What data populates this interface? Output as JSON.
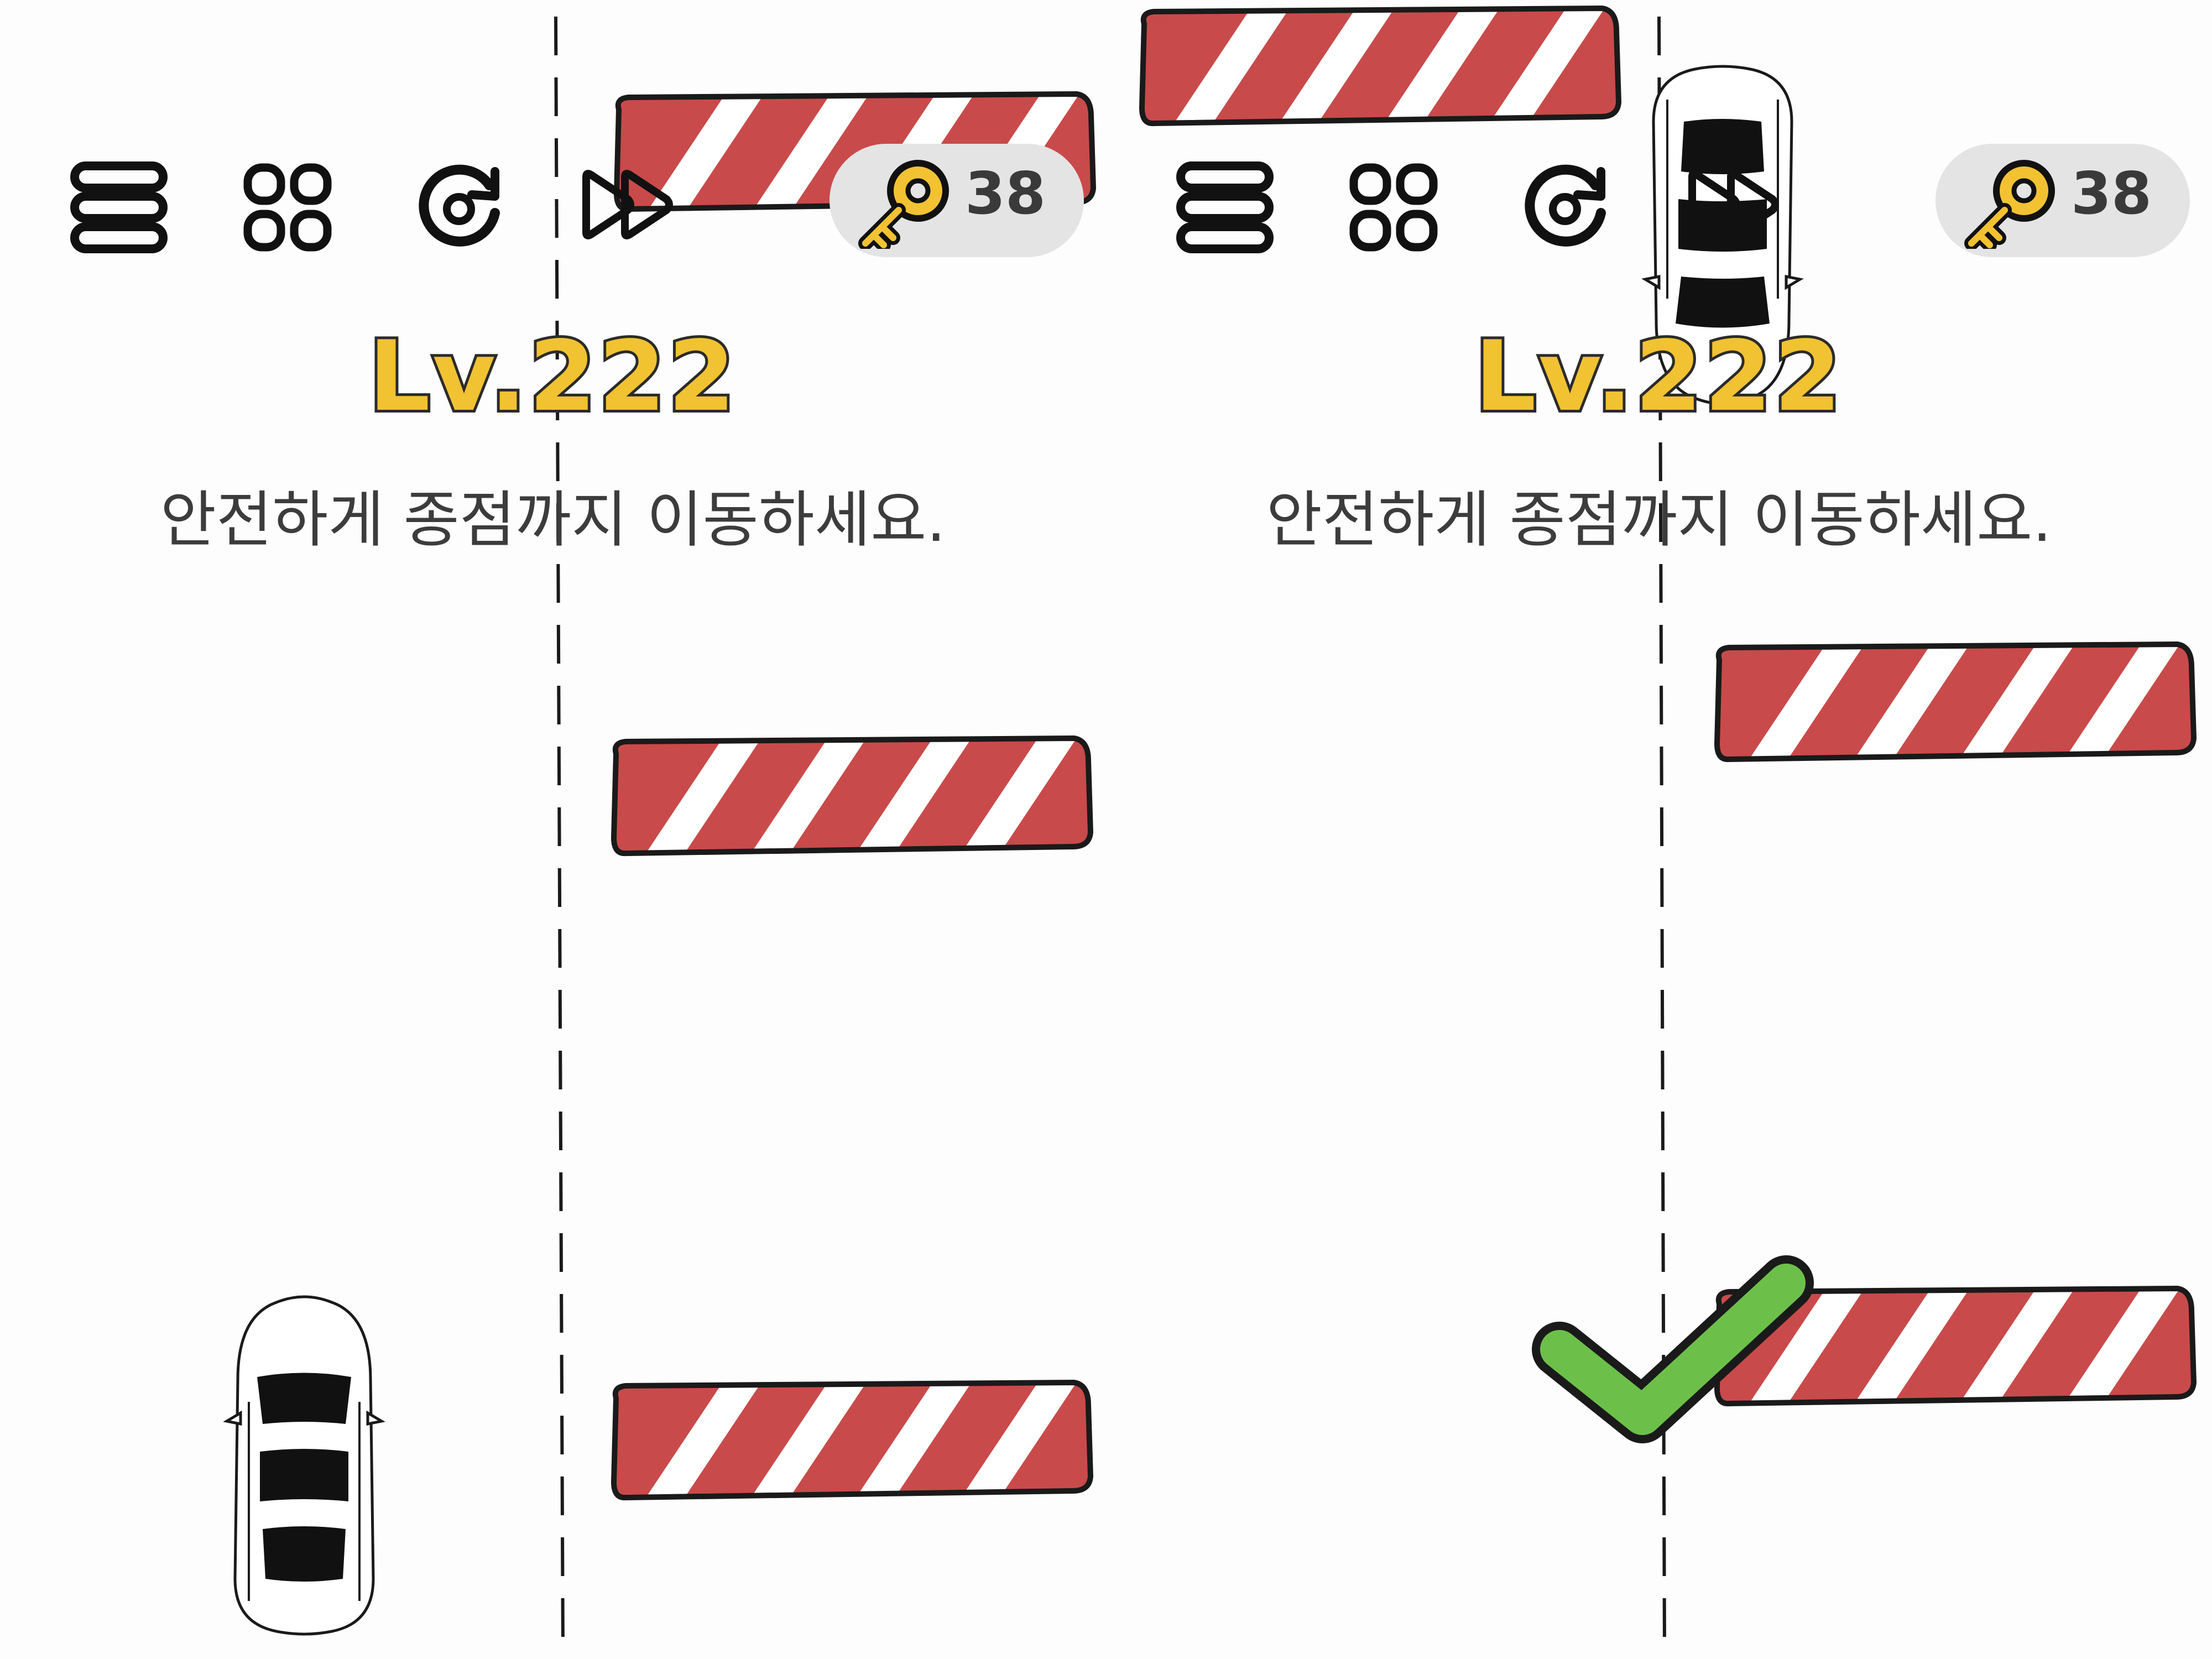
{
  "game": {
    "level": "Lv.222",
    "instruction": "안전하게 종점까지 이동하세요.",
    "keys": "38"
  },
  "toolbar": {
    "items": [
      {
        "icon": "menu-icon"
      },
      {
        "icon": "grid-icon"
      },
      {
        "icon": "restart-icon"
      },
      {
        "icon": "skip-icon"
      }
    ]
  },
  "colors": {
    "barrier_red": "#c94a4a",
    "level_yellow": "#f1c232",
    "check_green": "#6cc04a",
    "key_gold": "#f2c233",
    "pill_gray": "#e4e4e4"
  },
  "panels": [
    {
      "state": "start",
      "car": "bottom-left-lane",
      "result": "none"
    },
    {
      "state": "finish",
      "car": "top-right-lane",
      "result": "check-mark"
    }
  ]
}
